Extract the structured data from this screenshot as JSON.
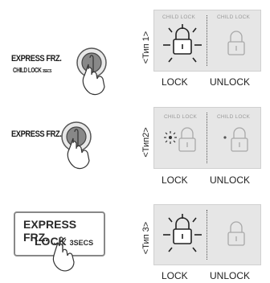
{
  "buttons": {
    "type1_line1": "EXPRESS FRZ.",
    "type1_line2": "CHILD LOCK",
    "type1_line2_small": "3SECS",
    "type2_line1": "EXPRESS FRZ.",
    "type3_line1": "EXPRESS FRZ.",
    "type3_line2": "LOCK",
    "type3_line2_small": "3SECS"
  },
  "panels": [
    {
      "type_label": "<Тип 1>",
      "child_lock_left": "CHILD LOCK",
      "child_lock_right": "CHILD LOCK",
      "lock": "LOCK",
      "unlock": "UNLOCK"
    },
    {
      "type_label": "<Тип2>",
      "child_lock_left": "CHILD LOCK",
      "child_lock_right": "CHILD LOCK",
      "lock": "LOCK",
      "unlock": "UNLOCK"
    },
    {
      "type_label": "<Тип 3>",
      "lock": "LOCK",
      "unlock": "UNLOCK"
    }
  ]
}
